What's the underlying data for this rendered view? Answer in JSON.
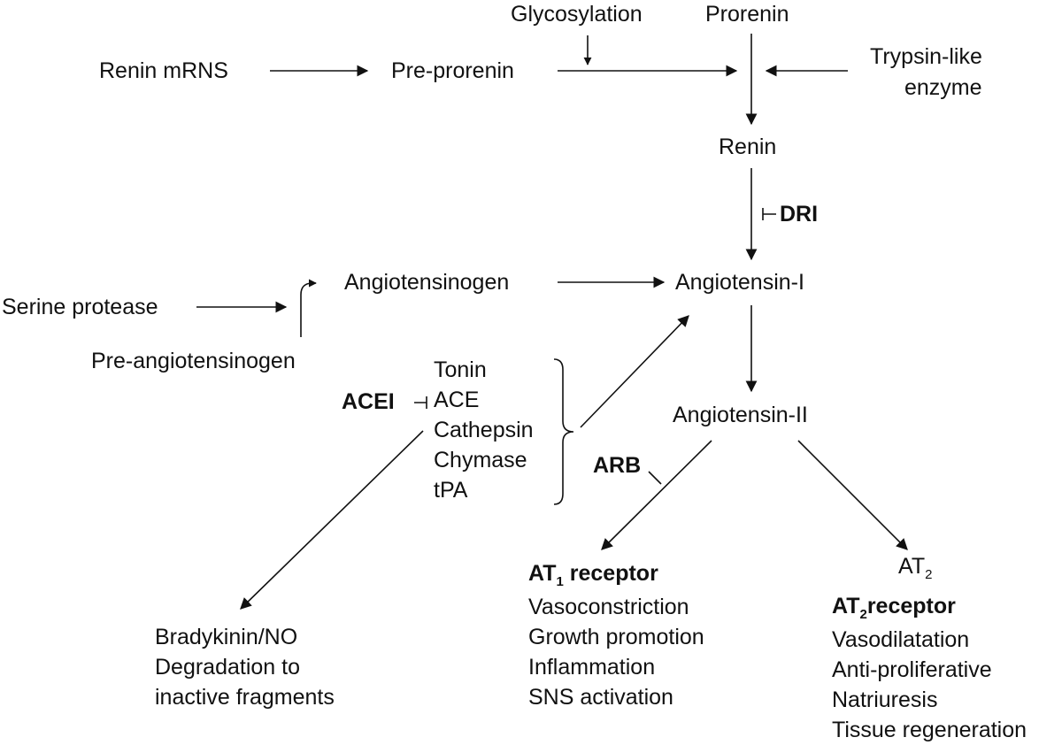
{
  "nodes": {
    "glycosylation": "Glycosylation",
    "prorenin": "Prorenin",
    "renin_mrns": "Renin mRNS",
    "pre_prorenin": "Pre-prorenin",
    "trypsin_line1": "Trypsin-like",
    "trypsin_line2": "enzyme",
    "renin": "Renin",
    "dri": "DRI",
    "serine_protease": "Serine protease",
    "angiotensinogen": "Angiotensinogen",
    "angiotensin_1": "Angiotensin-I",
    "pre_angiotensinogen": "Pre-angiotensinogen",
    "acei": "ACEI",
    "enzymes": [
      "Tonin",
      "ACE",
      "Cathepsin",
      "Chymase",
      "tPA"
    ],
    "angiotensin_2": "Angiotensin-II",
    "arb": "ARB",
    "at1": {
      "title_prefix": "AT",
      "title_sub": "1",
      "title_suffix": " receptor",
      "effects": [
        "Vasoconstriction",
        "Growth promotion",
        "Inflammation",
        "SNS activation"
      ]
    },
    "at2_label": {
      "prefix": "AT",
      "sub": "2"
    },
    "at2": {
      "title_prefix": "AT",
      "title_sub": "2",
      "title_suffix": "receptor",
      "effects": [
        "Vasodilatation",
        "Anti-proliferative",
        "Natriuresis",
        "Tissue regeneration"
      ]
    },
    "bradykinin": [
      "Bradykinin/NO",
      "Degradation to",
      "inactive fragments"
    ]
  },
  "colors": {
    "ink": "#111111",
    "background": "#ffffff"
  }
}
